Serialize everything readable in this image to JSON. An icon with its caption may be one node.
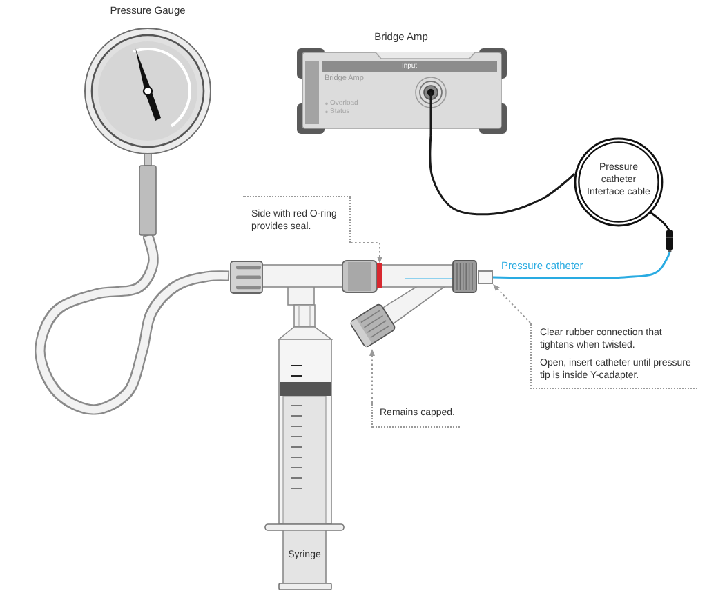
{
  "diagram": {
    "nodes": [
      {
        "text": [
          "Pressure Gauge"
        ]
      },
      {
        "text": [
          "Bridge Amp",
          "Input",
          "Bridge Amp",
          "Overload",
          "Status"
        ]
      },
      {
        "text": [
          "Pressure catheter Interface cable"
        ]
      },
      {
        "text": [],
        "shape": "picture"
      },
      {
        "text": [],
        "shape": "bar",
        "in": 3
      },
      {
        "text": [],
        "shape": "box"
      },
      {
        "text": [],
        "shape": "picture"
      },
      {
        "text": [
          "Syringe"
        ]
      },
      {
        "text": [
          "Side with red O-ring provides seal."
        ]
      },
      {
        "text": [
          "Clear rubber connection that tightens when twisted.",
          "Open, insert catheter until pressure tip is inside Y-cadapter."
        ]
      },
      {
        "text": [
          "Remains capped."
        ]
      }
    ],
    "edges": [
      {
        "from": 0,
        "to": 3,
        "arrow": "none",
        "style": "thick",
        "color": "#f2f2f2"
      },
      {
        "from": 1,
        "to": 2,
        "arrow": "none",
        "color": "#1a1a1a"
      },
      {
        "from": 5,
        "to": 2,
        "arrow": "none",
        "label": "Pressure catheter",
        "color": "#29abe2"
      },
      {
        "from": 8,
        "to": 4,
        "arrow": "to",
        "style": "dashed"
      },
      {
        "from": 9,
        "to": 5,
        "arrow": "to",
        "style": "dashed"
      },
      {
        "from": 10,
        "to": 6,
        "arrow": "to",
        "style": "dashed"
      }
    ]
  }
}
